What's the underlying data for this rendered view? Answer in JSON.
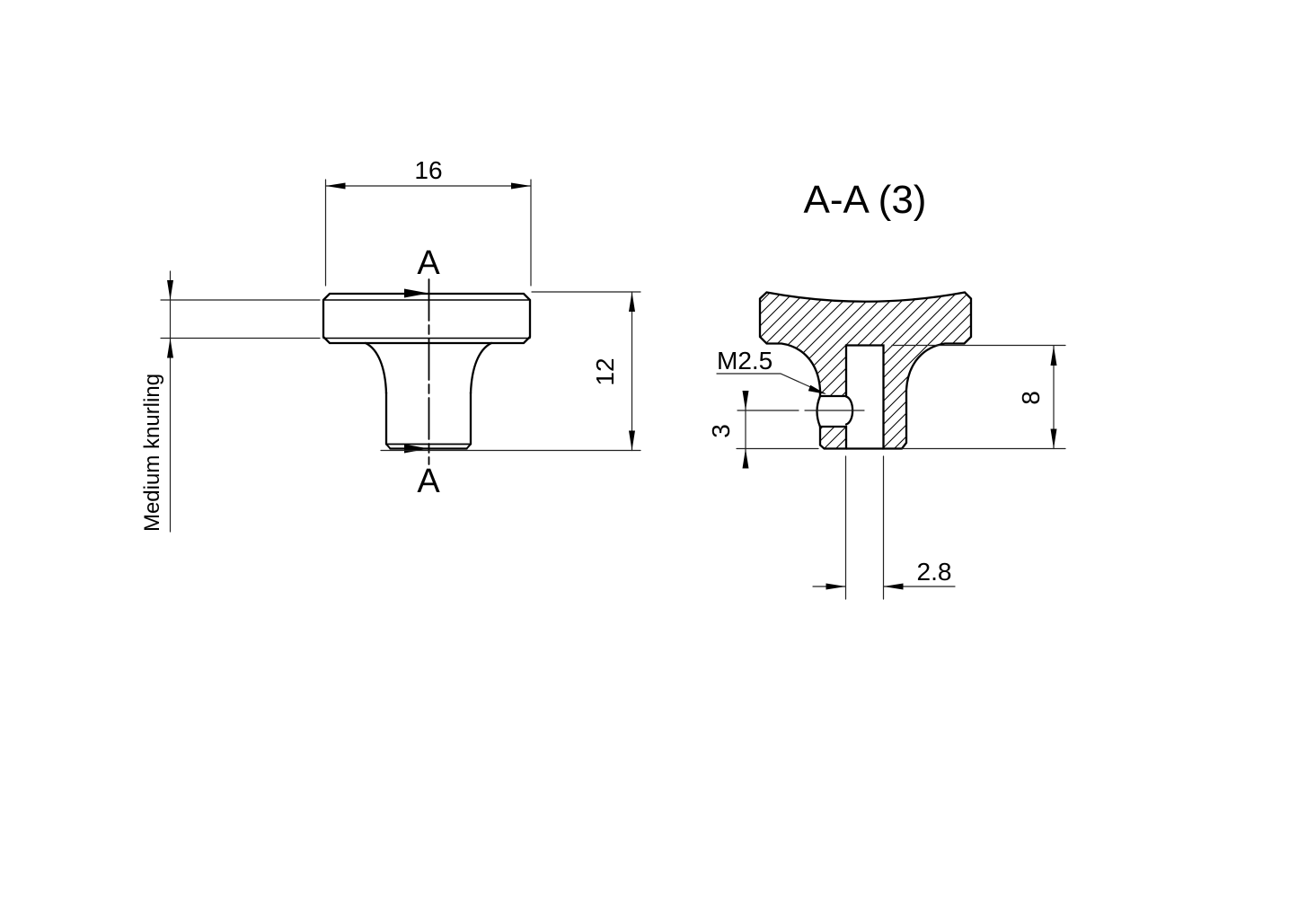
{
  "meta": {
    "background": "#ffffff",
    "line_color": "#000000",
    "drawing_type": "technical drawing, knurled knob with threaded hole, 2 views"
  },
  "front_view": {
    "dim_width": "16",
    "dim_height": "12",
    "section_label_top": "A",
    "section_label_bottom": "A",
    "knurl_note": "Medium knurling"
  },
  "section_view": {
    "title": "A-A (3)",
    "thread_label": "M2.5",
    "dim_thread_offset": "3",
    "dim_hole_depth": "8",
    "dim_hole_width": "2.8"
  }
}
